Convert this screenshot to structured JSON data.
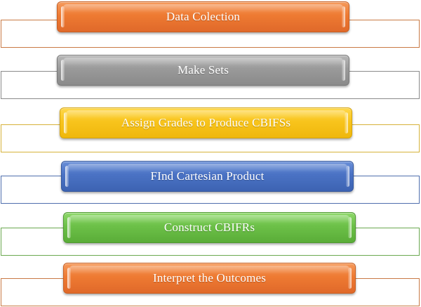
{
  "steps": [
    {
      "label": "Data Colection",
      "color": "#ee7a32"
    },
    {
      "label": "Make Sets",
      "color": "#9a9a9a"
    },
    {
      "label": "Assign Grades to Produce CBIFSs",
      "color": "#f8c41c"
    },
    {
      "label": "FInd Cartesian Product",
      "color": "#4a72c4"
    },
    {
      "label": "Construct CBIFRs",
      "color": "#6cc048"
    },
    {
      "label": "Interpret the Outcomes",
      "color": "#ee7a32"
    }
  ]
}
